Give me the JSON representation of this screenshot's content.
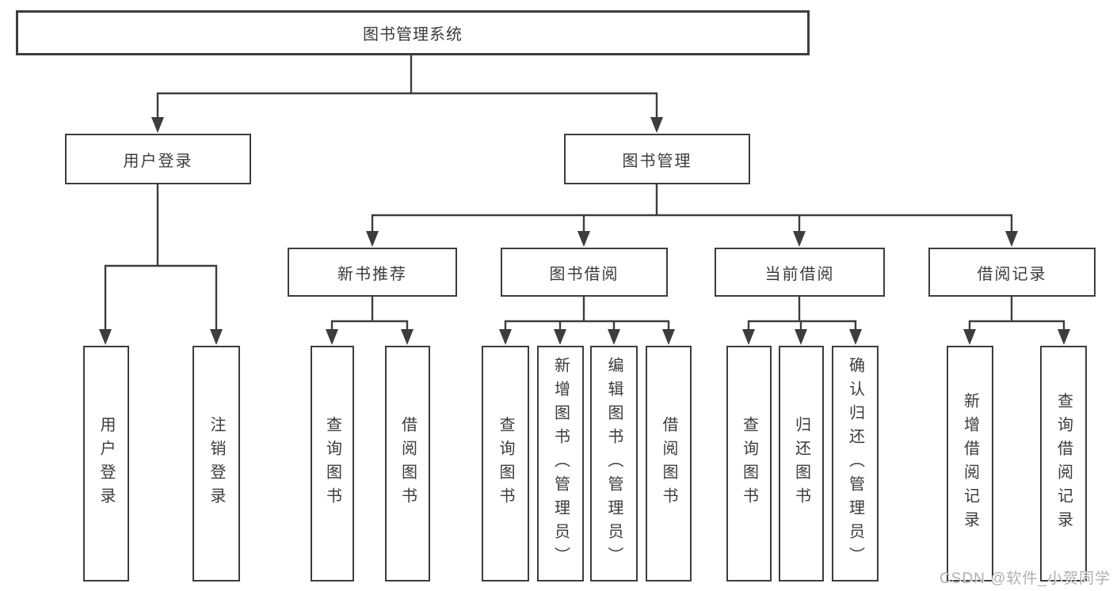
{
  "colors": {
    "line": "#3d3d3d",
    "text": "#3b3b3b",
    "background": "#ffffff",
    "watermark": "#b0b0b0"
  },
  "watermark": "CSDN @软件_小贺同学",
  "diagram": {
    "root": {
      "label": "图书管理系统"
    },
    "branches": [
      {
        "label": "用户登录",
        "children": [
          {
            "label": "用户登录"
          },
          {
            "label": "注销登录"
          }
        ]
      },
      {
        "label": "图书管理",
        "children": [
          {
            "label": "新书推荐",
            "children": [
              {
                "label": "查询图书"
              },
              {
                "label": "借阅图书"
              }
            ]
          },
          {
            "label": "图书借阅",
            "children": [
              {
                "label": "查询图书"
              },
              {
                "label": "新增图书（管理员）"
              },
              {
                "label": "编辑图书（管理员）"
              },
              {
                "label": "借阅图书"
              }
            ]
          },
          {
            "label": "当前借阅",
            "children": [
              {
                "label": "查询图书"
              },
              {
                "label": "归还图书"
              },
              {
                "label": "确认归还（管理员）"
              }
            ]
          },
          {
            "label": "借阅记录",
            "children": [
              {
                "label": "新增借阅记录"
              },
              {
                "label": "查询借阅记录"
              }
            ]
          }
        ]
      }
    ]
  }
}
